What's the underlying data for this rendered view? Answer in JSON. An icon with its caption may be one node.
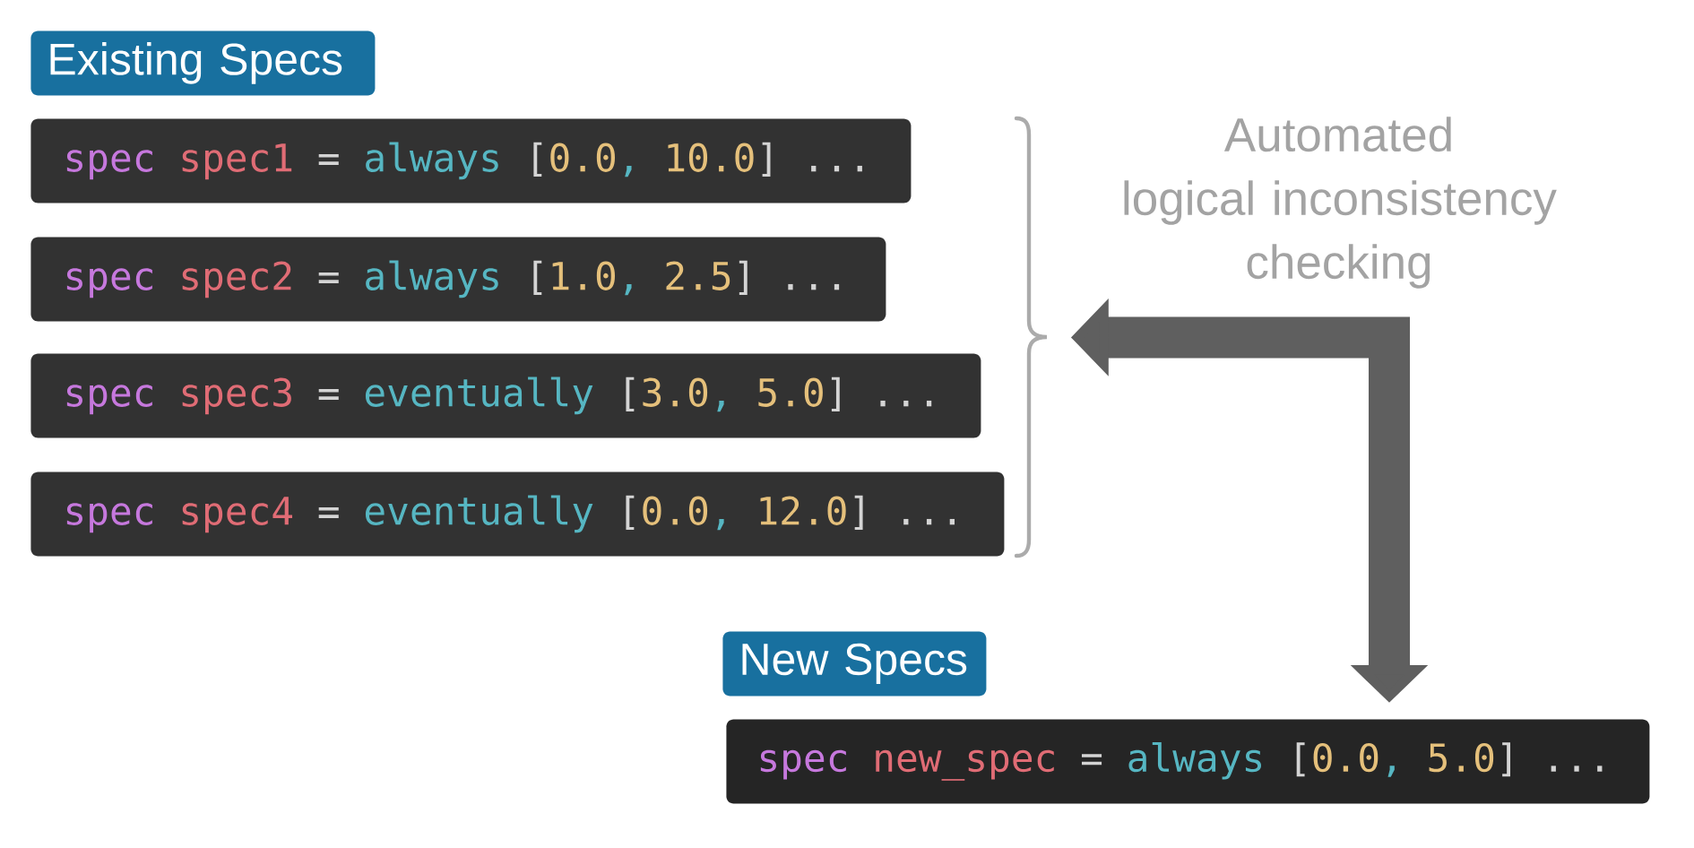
{
  "diagram": {
    "nodes": [
      {
        "text": [
          "Existing Specs"
        ]
      },
      {
        "text": [
          "spec spec1 = always [0.0, 10.0] ..."
        ]
      },
      {
        "text": [
          "spec spec2 = always [1.0, 2.5] ..."
        ]
      },
      {
        "text": [
          "spec spec3 = eventually [3.0, 5.0] ..."
        ]
      },
      {
        "text": [
          "spec spec4 = eventually [0.0, 12.0] ..."
        ]
      },
      {
        "text": [],
        "shape": "brace"
      },
      {
        "text": [
          "New Specs"
        ]
      },
      {
        "text": [
          "spec new_spec = always [0.0, 5.0] ..."
        ]
      }
    ],
    "edges": [
      {
        "from": 5,
        "to": 7,
        "arrow": "both"
      }
    ],
    "labels": [
      "Automated logical inconsistency checking"
    ]
  }
}
